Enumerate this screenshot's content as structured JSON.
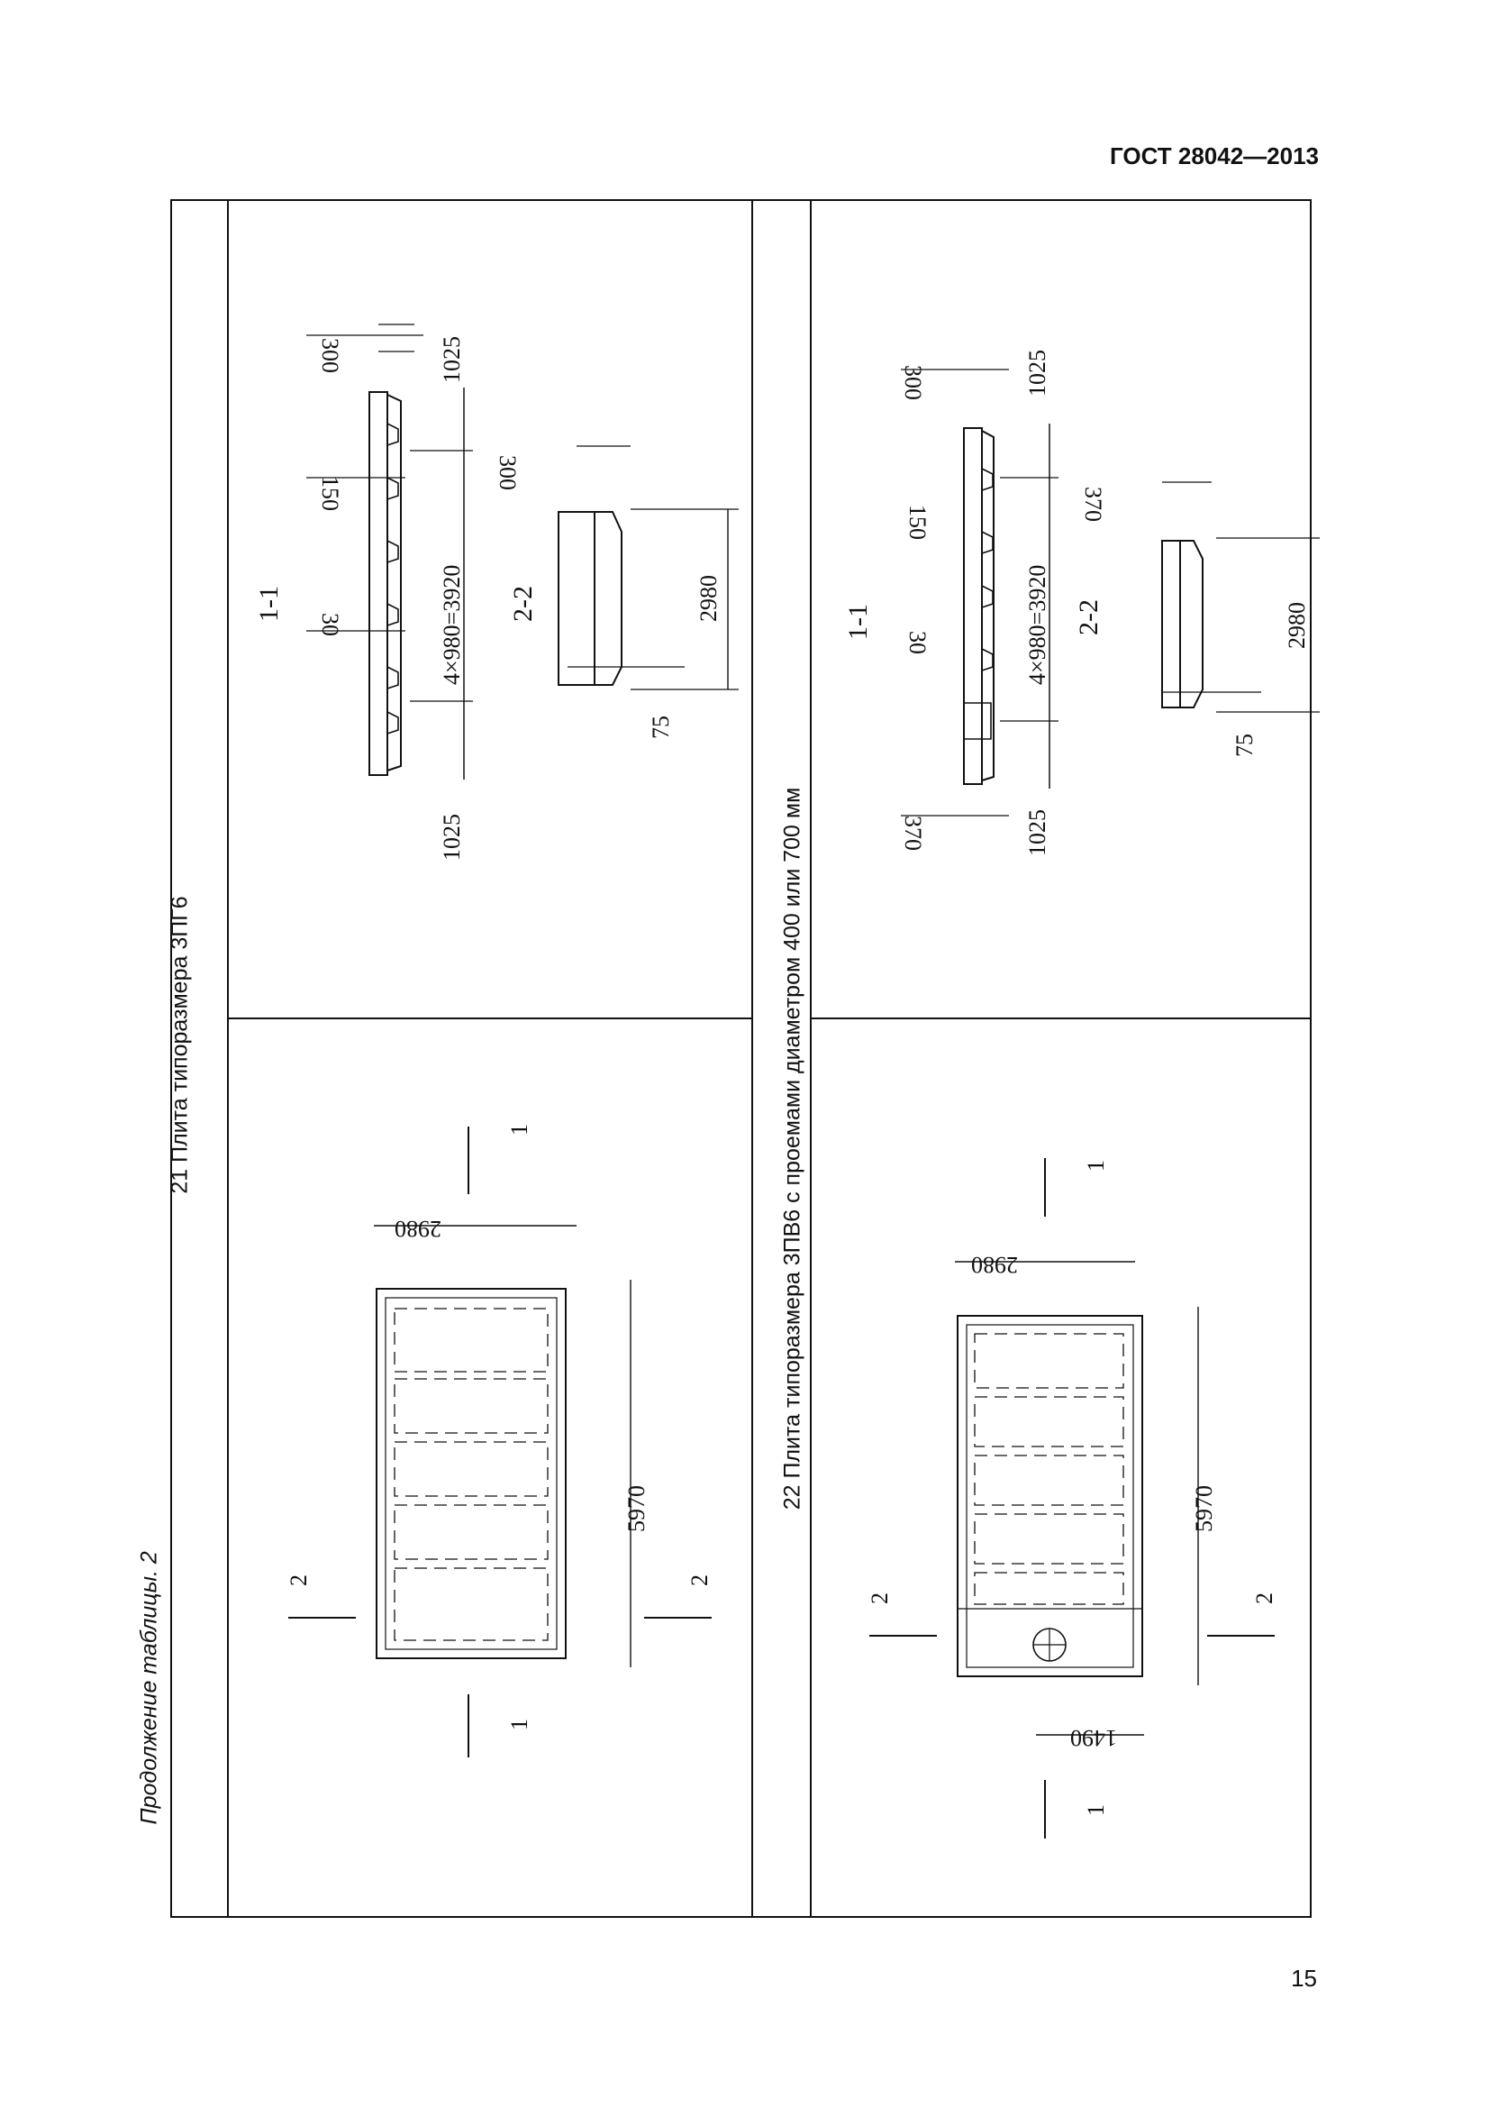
{
  "header": {
    "standard": "ГОСТ 28042—2013"
  },
  "page": {
    "continuation": "Продолжение таблицы. 2",
    "number": "15"
  },
  "rows": [
    {
      "caption": "21 Плита типоразмера 3ПГ6",
      "plan": {
        "length": "5970",
        "width": "2980",
        "section1": "1",
        "section2": "2"
      },
      "section_1_1": {
        "label": "1-1",
        "span": "4×980=3920",
        "end_left": "1025",
        "end_right": "1025",
        "rib": "150",
        "thick": "30",
        "height": "300"
      },
      "section_2_2": {
        "label": "2-2",
        "width": "2980",
        "height": "300",
        "edge": "75"
      }
    },
    {
      "caption": "22 Плита типоразмера 3ПВ6 с проемами диаметром 400 или 700 мм",
      "plan": {
        "length": "5970",
        "width": "2980",
        "opening_offset": "1490",
        "section1": "1",
        "section2": "2"
      },
      "section_1_1": {
        "label": "1-1",
        "span": "4×980=3920",
        "end_left": "1025",
        "end_right": "1025",
        "rib": "150",
        "thick": "30",
        "height_left": "370",
        "height_right": "300"
      },
      "section_2_2": {
        "label": "2-2",
        "width": "2980",
        "height": "370",
        "edge": "75"
      }
    }
  ]
}
